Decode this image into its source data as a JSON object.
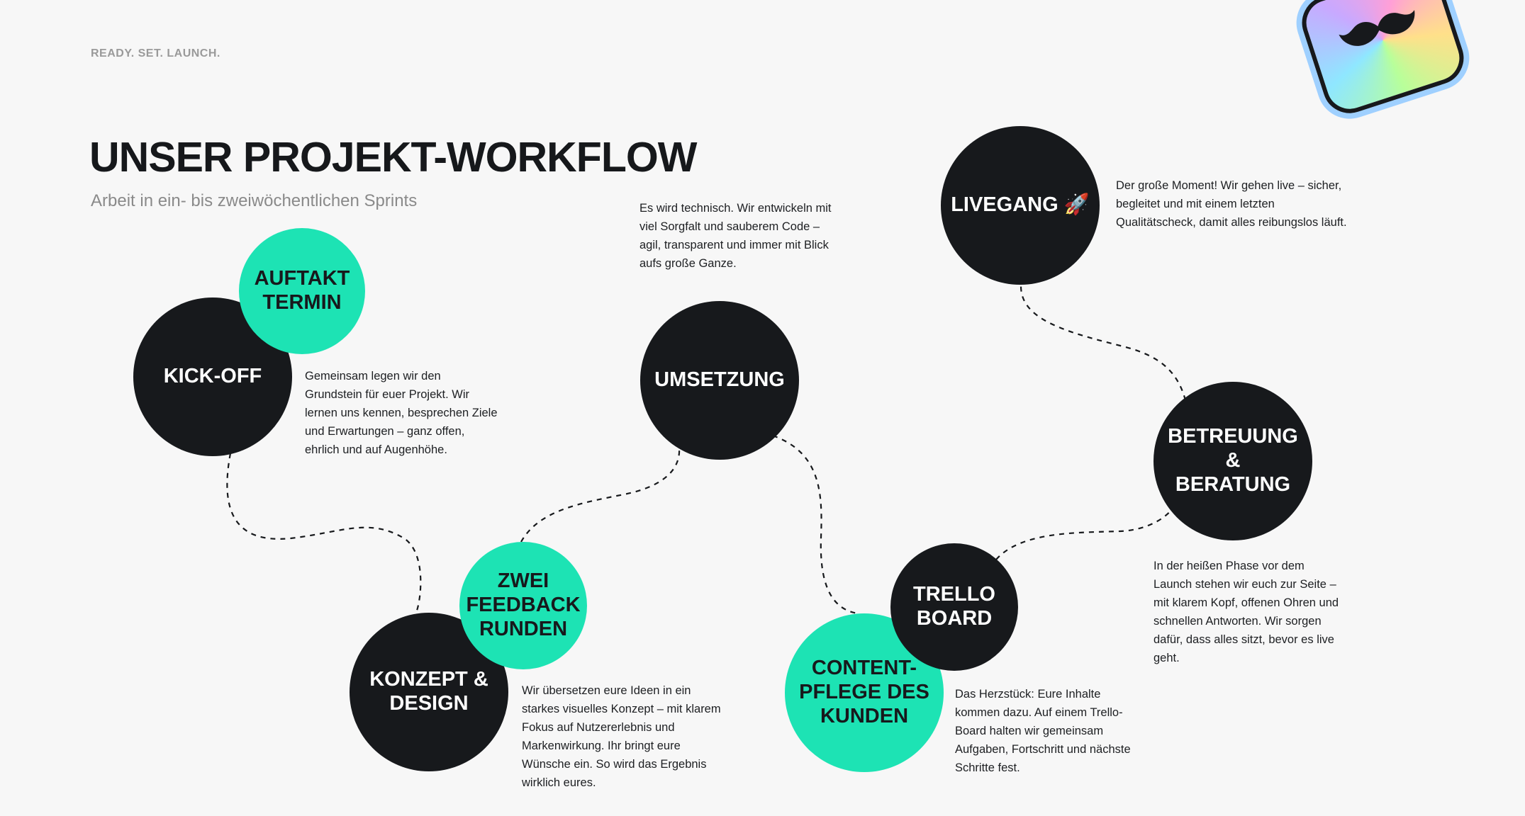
{
  "header": {
    "eyebrow": "READY. SET. LAUNCH.",
    "title": "UNSER PROJEKT-WORKFLOW",
    "subtitle": "Arbeit in ein- bis zweiwöchentlichen Sprints"
  },
  "colors": {
    "dark": "#17191c",
    "accent": "#1de3b4",
    "background": "#f7f7f7"
  },
  "steps": {
    "kickoff": {
      "label": "KICK-OFF",
      "description": "Gemeinsam legen wir den Grundstein für euer Projekt. Wir lernen uns kennen, besprechen Ziele und Erwartungen – ganz offen, ehrlich und auf Augenhöhe."
    },
    "auftakt": {
      "label": "AUFTAKT\nTERMIN"
    },
    "konzept": {
      "label": "KONZEPT &\nDESIGN",
      "description": "Wir übersetzen eure Ideen in ein starkes visuelles Konzept – mit klarem Fokus auf Nutzererlebnis und Markenwirkung. Ihr bringt eure Wünsche ein. So wird das Ergebnis wirklich eures."
    },
    "feedback": {
      "label": "ZWEI\nFEEDBACK\nRUNDEN"
    },
    "umsetzung": {
      "label": "UMSETZUNG",
      "description": "Es wird technisch. Wir entwickeln mit viel Sorgfalt und sauberem Code – agil, transparent und immer mit Blick aufs große Ganze."
    },
    "content": {
      "label": "CONTENT-\nPFLEGE DES\nKUNDEN"
    },
    "trello": {
      "label": "TRELLO\nBOARD",
      "description": "Das Herzstück: Eure Inhalte kommen dazu. Auf einem Trello-Board halten wir gemeinsam Aufgaben, Fortschritt und nächste Schritte fest."
    },
    "betreuung": {
      "label": "BETREUUNG &\nBERATUNG",
      "description": "In der heißen Phase vor dem Launch stehen wir euch zur Seite – mit klarem Kopf, offenen Ohren und schnellen Antworten. Wir sorgen dafür, dass alles sitzt, bevor es live geht."
    },
    "livegang": {
      "label": "LIVEGANG 🚀",
      "description": "Der große Moment! Wir gehen live – sicher, begleitet und mit einem letzten Qualitätscheck, damit alles reibungslos läuft."
    }
  },
  "logo": {
    "icon": "mustache-icon"
  }
}
